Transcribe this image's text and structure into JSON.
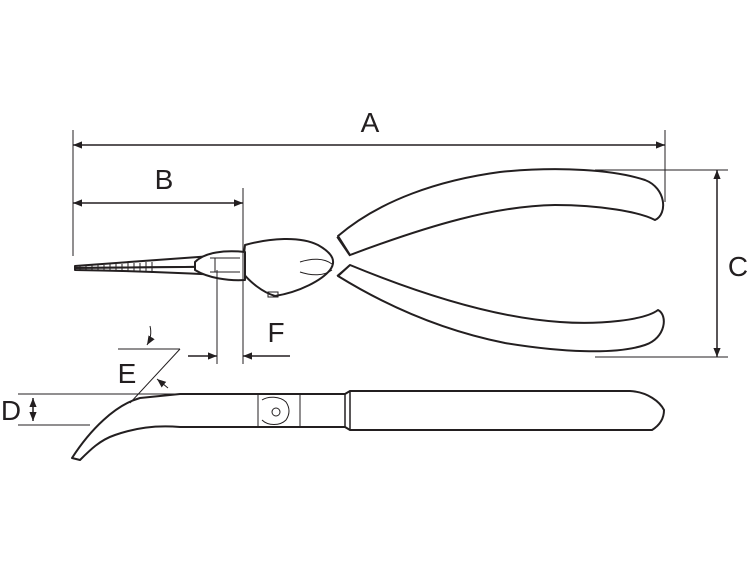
{
  "labels": {
    "a": "A",
    "b": "B",
    "c": "C",
    "d": "D",
    "e": "E",
    "f": "F"
  },
  "colors": {
    "line": "#231f20",
    "background": "#ffffff"
  }
}
